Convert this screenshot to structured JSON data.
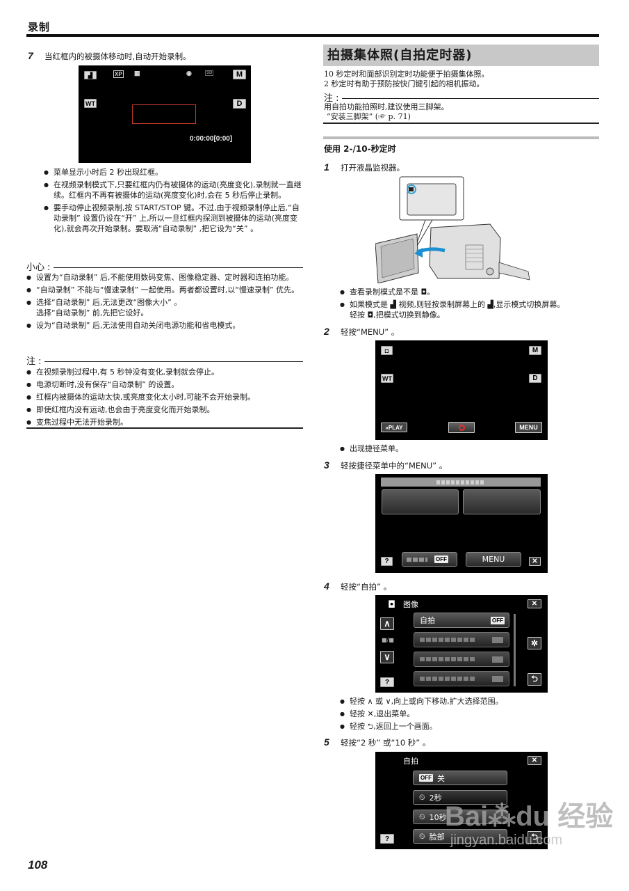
{
  "header": {
    "title": "录制"
  },
  "page_number": "108",
  "left": {
    "step7": {
      "num": "7",
      "text": "当红框内的被摄体移动时,自动开始录制。",
      "screen": {
        "icons": [
          "video-mode",
          "XP",
          "image-stabilizer",
          "face",
          "SD",
          "M",
          "WT",
          "D"
        ],
        "xp_label": "XP",
        "sd_label": "SD",
        "m_label": "M",
        "wt_label": "WT",
        "d_label": "D",
        "timecode": "0:00:00[0:00]"
      },
      "bullets": [
        "菜单显示小时后 2 秒出现红框。",
        "在视频录制模式下,只要红框内仍有被摄体的运动(亮度变化),录制就一直继续。红框内不再有被摄体的运动(亮度变化)时,会在 5 秒后停止录制。",
        "要手动停止视频录制,按 START/STOP 键。不过,由于视频录制停止后,“自动录制” 设置仍设在“开” 上,所以一旦红框内探测到被摄体的运动(亮度变化),就会再次开始录制。要取消“自动录制” ,把它设为“关” 。"
      ]
    },
    "caution": {
      "title": "小心 :",
      "items": [
        "设置为“自动录制” 后,不能使用数码变焦、图像稳定器、定时器和连拍功能。",
        "“自动录制” 不能与“慢速录制” 一起使用。两者都设置时,以“慢速录制” 优先。",
        "选择“自动录制” 后,无法更改“图像大小” 。\n选择“自动录制” 前,先把它设好。",
        "设为“自动录制” 后,无法使用自动关闭电源功能和省电模式。"
      ]
    },
    "note": {
      "title": "注 :",
      "items": [
        "在视频录制过程中,有 5 秒钟没有变化,录制就会停止。",
        "电源切断时,没有保存“自动录制” 的设置。",
        "红框内被摄体的运动太快,或亮度变化太小时,可能不会开始录制。",
        "即使红框内没有运动,也会由于亮度变化而开始录制。",
        "变焦过程中无法开始录制。"
      ]
    }
  },
  "right": {
    "section_title": "拍摄集体照(自拍定时器)",
    "intro": [
      "10 秒定时和面部识别定时功能便于拍摄集体照。",
      "2 秒定时有助于预防按快门键引起的相机振动。"
    ],
    "note": {
      "title": "注 :",
      "line1": "用自拍功能拍照时,建议使用三脚架。",
      "line2": "“安装三脚架” (☞ p. 71)"
    },
    "subsection_title": "使用 2-/10-秒定时",
    "step1": {
      "num": "1",
      "text": "打开液晶监视器。",
      "bullets": [
        "查看录制模式是不是 ◘。",
        "如果模式是 ▟ 视频,则轻按录制屏幕上的 ▟,显示模式切换屏幕。\n轻按 ◘,把模式切换到静像。"
      ]
    },
    "step2": {
      "num": "2",
      "text": "轻按“MENU” 。",
      "screen": {
        "m_label": "M",
        "wt_label": "WT",
        "d_label": "D",
        "play_label": "«PLAY",
        "menu_label": "MENU"
      },
      "bullets": [
        "出现捷径菜单。"
      ]
    },
    "step3": {
      "num": "3",
      "text": "轻按捷径菜单中的“MENU” 。",
      "screen": {
        "off_label": "OFF",
        "menu_label": "MENU",
        "help_label": "?",
        "close_label": "✕"
      }
    },
    "step4": {
      "num": "4",
      "text": "轻按“自拍” 。",
      "screen": {
        "title": "图像",
        "page_indicator": "■/■",
        "rows": [
          {
            "label": "自拍",
            "value": "OFF"
          },
          {
            "label": "",
            "value": ""
          },
          {
            "label": "",
            "value": ""
          },
          {
            "label": "",
            "value": ""
          }
        ],
        "help_label": "?",
        "close_label": "✕"
      },
      "bullets": [
        "轻按 ∧ 或 ∨,向上或向下移动,扩大选择范围。",
        "轻按 ✕,退出菜单。",
        "轻按 ⮌,返回上一个画面。"
      ]
    },
    "step5": {
      "num": "5",
      "text": "轻按“2 秒” 或“10 秒” 。",
      "screen": {
        "title": "自拍",
        "options": [
          {
            "icon": "OFF",
            "label": "关"
          },
          {
            "icon": "⏲",
            "label": "2秒"
          },
          {
            "icon": "⏲",
            "label": "10秒"
          },
          {
            "icon": "⏲",
            "label": "脸部"
          }
        ],
        "help_label": "?",
        "close_label": "✕"
      }
    }
  },
  "watermark": {
    "brand": "Bai⁂du 经验",
    "url": "jingyan.baidu.com"
  }
}
